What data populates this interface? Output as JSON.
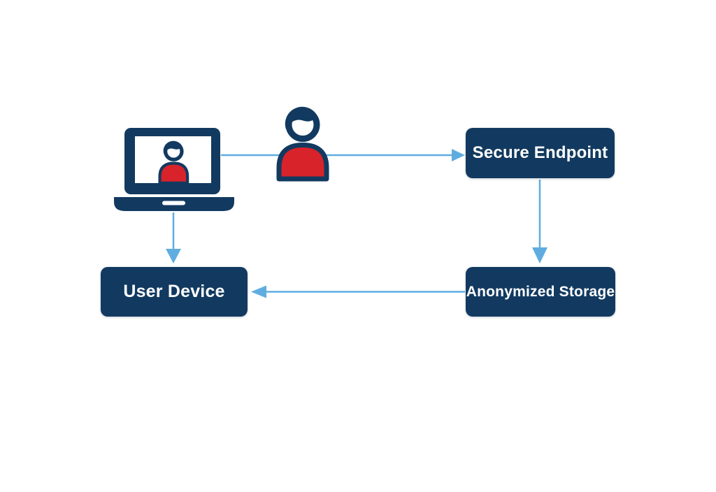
{
  "diagram": {
    "background": "#ffffff",
    "colors": {
      "navy": "#123a60",
      "red": "#d8232a",
      "arrow_blue": "#5fade0",
      "text_white": "#ffffff"
    },
    "nodes": [
      {
        "id": "secure-endpoint",
        "label": "Secure Endpoint"
      },
      {
        "id": "user-device",
        "label": "User Device"
      },
      {
        "id": "anonymized-storage",
        "label": "Anonymized Storage"
      }
    ],
    "icons": [
      {
        "id": "laptop-icon",
        "meaning": "laptop showing a user on its screen"
      },
      {
        "id": "user-icon",
        "meaning": "person / user"
      }
    ],
    "connectors": [
      {
        "id": "laptop-to-secure-endpoint",
        "from": "laptop-icon",
        "to": "secure-endpoint",
        "direction": "right"
      },
      {
        "id": "laptop-to-user-device",
        "from": "laptop-icon",
        "to": "user-device",
        "direction": "down"
      },
      {
        "id": "secure-endpoint-to-anonymized-storage",
        "from": "secure-endpoint",
        "to": "anonymized-storage",
        "direction": "down"
      },
      {
        "id": "anonymized-storage-to-user-device",
        "from": "anonymized-storage",
        "to": "user-device",
        "direction": "left"
      }
    ]
  }
}
